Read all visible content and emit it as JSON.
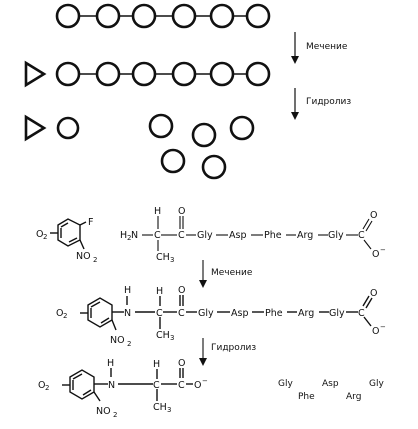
{
  "schema": {
    "labels": {
      "step1": "Мечение",
      "step2": "Гидролиз"
    }
  },
  "chemistry": {
    "reaction_labels": {
      "step1": "Мечение",
      "step2": "Гидролиз"
    },
    "reagent": {
      "nitro_group": "O",
      "nitro_sub": "2",
      "halogen": "F",
      "nitro_group2": "NO",
      "nitro_sub2": "2"
    },
    "peptide": {
      "n_term_h": "H",
      "n_term_n": "N",
      "n_term_h_sub": "2",
      "alpha_h": "H",
      "alpha_c": "C",
      "carbonyl_c": "C",
      "carbonyl_o": "O",
      "methyl": "CH",
      "methyl_sub": "3",
      "residues": [
        "Gly",
        "Asp",
        "Phe",
        "Arg",
        "Gly"
      ],
      "c_term_c": "C",
      "c_term_o": "O",
      "c_term_o_minus": "O",
      "minus": "−"
    },
    "labeled": {
      "nh_h": "H",
      "nh_n": "N",
      "alpha_h": "H",
      "alpha_c": "C",
      "carbonyl_c": "C",
      "carbonyl_o": "O",
      "methyl": "CH",
      "methyl_sub": "3",
      "residues": [
        "Gly",
        "Asp",
        "Phe",
        "Arg",
        "Gly"
      ],
      "c_term_c": "C",
      "c_term_o": "O",
      "c_term_o_minus": "O",
      "minus": "−"
    },
    "product": {
      "nh_h": "H",
      "nh_n": "N",
      "alpha_h": "H",
      "alpha_c": "C",
      "carbonyl_c": "C",
      "carbonyl_o": "O",
      "o_minus": "O",
      "minus": "−",
      "methyl": "CH",
      "methyl_sub": "3"
    },
    "free_amino_acids": [
      "Gly",
      "Phe",
      "Asp",
      "Arg",
      "Gly"
    ]
  }
}
